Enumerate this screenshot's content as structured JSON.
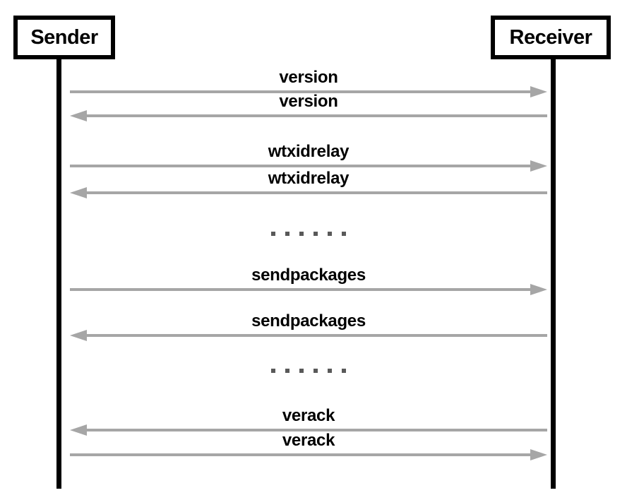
{
  "diagram_type": "sequence-diagram",
  "participants": [
    {
      "label": "Sender"
    },
    {
      "label": "Receiver"
    }
  ],
  "messages": [
    {
      "label": "version",
      "from": "Sender",
      "to": "Receiver",
      "direction": "right"
    },
    {
      "label": "version",
      "from": "Receiver",
      "to": "Sender",
      "direction": "left"
    },
    {
      "label": "wtxidrelay",
      "from": "Sender",
      "to": "Receiver",
      "direction": "right"
    },
    {
      "label": "wtxidrelay",
      "from": "Receiver",
      "to": "Sender",
      "direction": "left"
    },
    {
      "label": "sendpackages",
      "from": "Sender",
      "to": "Receiver",
      "direction": "right"
    },
    {
      "label": "sendpackages",
      "from": "Receiver",
      "to": "Sender",
      "direction": "left"
    },
    {
      "label": "verack",
      "from": "Receiver",
      "to": "Sender",
      "direction": "left"
    },
    {
      "label": "verack",
      "from": "Sender",
      "to": "Receiver",
      "direction": "right"
    }
  ],
  "ellipsis": {
    "dot_count": 6
  },
  "colors": {
    "background": "#ffffff",
    "black": "#000000",
    "arrow_gray": "#a6a6a6",
    "dot_gray": "#595959"
  }
}
